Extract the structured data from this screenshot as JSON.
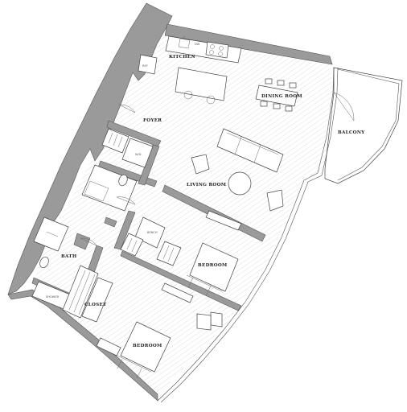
{
  "rooms": {
    "kitchen": "KITCHEN",
    "dining_room": "DINING ROOM",
    "foyer": "FOYER",
    "balcony": "BALCONY",
    "living_room": "LIVING ROOM",
    "bath": "BATH",
    "bedroom_upper": "BEDROOM",
    "closet": "CLOSET",
    "bedroom_lower": "BEDROOM"
  },
  "fixtures": {
    "refrigerator": "REF",
    "dishwasher": "DW",
    "washer_dryer": "W/D",
    "bench": "BENCH",
    "shower": "SHOWER"
  },
  "colors": {
    "wall": "#9a9a9a",
    "hatch": "#d6d6d6",
    "line": "#444444"
  }
}
